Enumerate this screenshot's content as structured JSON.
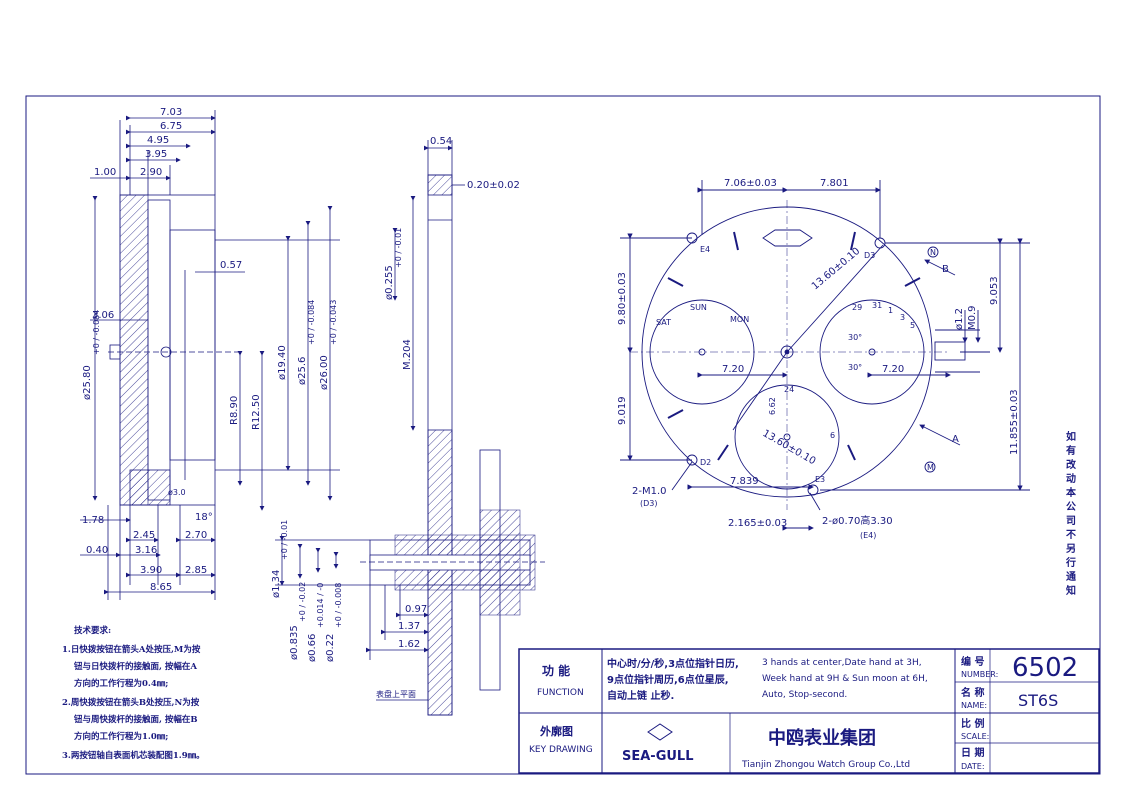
{
  "colors": {
    "ink": "#1a1a80",
    "paper": "#ffffff"
  },
  "side_view": {
    "dims_top": [
      "7.03",
      "6.75",
      "4.95",
      "3.95",
      "2.90",
      "1.00"
    ],
    "dim_057": "0.57",
    "dim_306": "3.06",
    "dim_diam_left": "ø25.80",
    "dim_diam_left_tol": "+0 / -0.084",
    "dim_r890": "R8.90",
    "dim_r1250": "R12.50",
    "dim_d1940": "ø19.40",
    "dim_d256": "ø25.6",
    "dim_d256_tol": "+0 / -0.084",
    "dim_d2600": "ø26.00",
    "dim_d2600_tol": "+0 / -0.043",
    "dim_18deg": "18°",
    "dim_d30": "ø3.0",
    "dims_bottom": [
      "1.78",
      "2.45",
      "2.70",
      "0.40",
      "3.16",
      "3.90",
      "2.85",
      "8.65"
    ]
  },
  "stem_view": {
    "dim_054": "0.54",
    "dim_020": "0.20±0.02",
    "dim_d0255": "ø0.255",
    "dim_d0255_tol": "+0 / -0.01",
    "dim_m204": "M.204",
    "dim_d134": "ø1.34",
    "dim_d134_tol": "+0 / -0.01",
    "dim_d0835": "ø0.835",
    "dim_d0835_tol": "+0 / -0.02",
    "dim_d066": "ø0.66",
    "dim_d066_tol": "+0.014 / -0",
    "dim_d022": "ø0.22",
    "dim_d022_tol": "+0 / -0.008",
    "dim_097": "0.97",
    "dim_137": "1.37",
    "dim_162": "1.62",
    "plane_label": "表盘上平面"
  },
  "dial_view": {
    "dim_706": "7.06±0.03",
    "dim_7801": "7.801",
    "dim_1360_top": "13.60±0.10",
    "dim_980": "9.80±0.03",
    "dim_9053": "9.053",
    "dim_d12": "ø1.2",
    "dim_m09": "M0.9",
    "dim_1185": "11.855±0.03",
    "dim_720_left": "7.20",
    "dim_720_right": "7.20",
    "dim_30deg_a": "30°",
    "dim_30deg_b": "30°",
    "dim_662": "6.62",
    "dim_1360_bottom": "13.60±0.10",
    "dim_9019": "9.019",
    "dim_7839": "7.839",
    "dim_2165": "2.165±0.03",
    "dim_m10": "2-M1.0",
    "dim_m10_ref": "(D3)",
    "dim_d070": "2-ø0.70高3.30",
    "dim_d070_ref": "(E4)",
    "lbl_e4": "E4",
    "lbl_d3": "D3",
    "lbl_d2": "D2",
    "lbl_e3": "E3",
    "lbl_a": "A",
    "lbl_b": "B",
    "lbl_n": "N",
    "lbl_m": "M",
    "subdial_left": [
      "SUN",
      "MON",
      "SAT"
    ],
    "subdial_right": [
      "29",
      "31",
      "1",
      "3",
      "5"
    ],
    "subdial_bottom": [
      "24",
      "6"
    ]
  },
  "side_notice": [
    "如",
    "有",
    "改",
    "动",
    "本",
    "公",
    "司",
    "不",
    "另",
    "行",
    "通",
    "知"
  ],
  "notes": {
    "title": "技术要求:",
    "lines": [
      "1.日快拨按钮在箭头A处按压,M为按",
      "钮与日快拨杆的接触面, 按幅在A",
      "方向的工作行程为0.4㎜;",
      "2.周快拨按钮在箭头B处按压,N为按",
      "钮与周快拨杆的接触面, 按幅在B",
      "方向的工作行程为1.0㎜;",
      "3.两按钮轴自表面机芯装配图1.9㎜。"
    ]
  },
  "title_block": {
    "func_cn": "功  能",
    "func_en": "FUNCTION",
    "func_desc_cn": [
      "中心时/分/秒,3点位指针日历,",
      "9点位指针周历,6点位星辰,",
      "自动上链 止秒."
    ],
    "func_desc_en": [
      "3 hands at center,Date hand at 3H,",
      "Week hand at 9H & Sun moon at 6H,",
      "Auto,  Stop-second."
    ],
    "key_cn": "外廓图",
    "key_en": "KEY DRAWING",
    "brand": "SEA-GULL",
    "company_cn": "中鸥表业集团",
    "company_en": "Tianjin Zhongou Watch  Group Co.,Ltd",
    "number_cn": "编 号",
    "number_en": "NUMBER:",
    "number_val": "6502",
    "name_cn": "名 称",
    "name_en": "NAME:",
    "name_val": "ST6S",
    "scale_cn": "比 例",
    "scale_en": "SCALE:",
    "date_cn": "日 期",
    "date_en": "DATE:"
  }
}
